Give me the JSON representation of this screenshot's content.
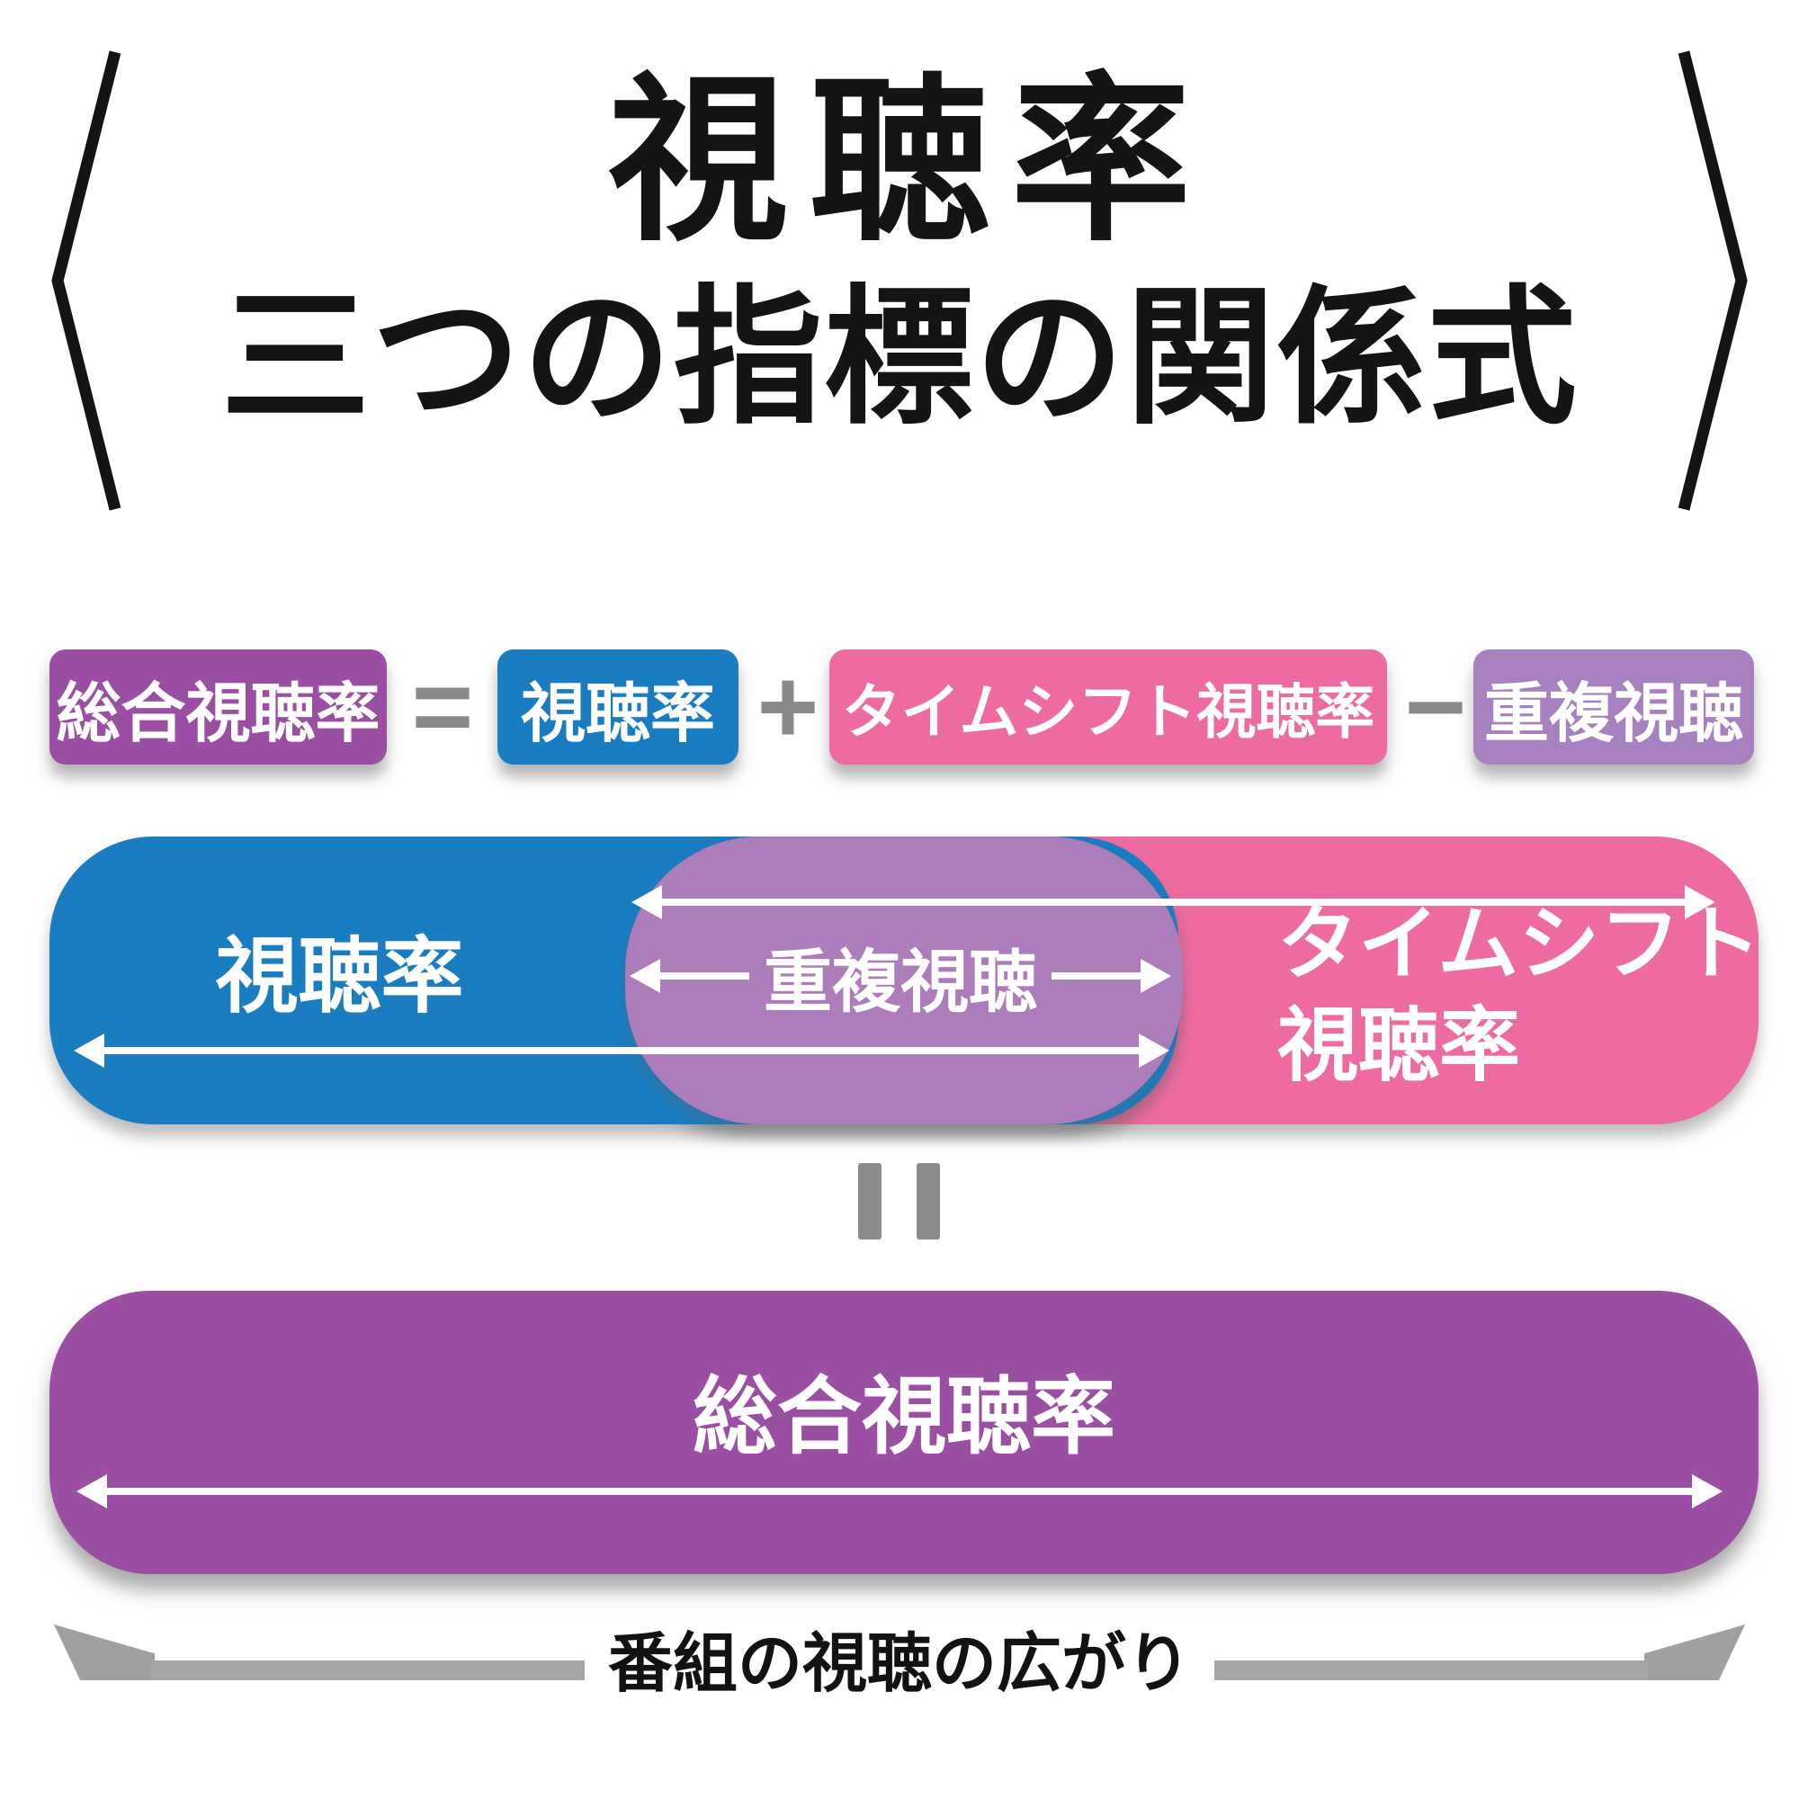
{
  "title": {
    "line1": "視聴率",
    "line2": "三つの指標の関係式"
  },
  "formula": {
    "total": {
      "label": "総合視聴率",
      "color": "#9a4fa2"
    },
    "op_equals": "=",
    "rating": {
      "label": "視聴率",
      "color": "#1a7dc1"
    },
    "op_plus": "+",
    "timeshift": {
      "label": "タイムシフト視聴率",
      "color": "#ed6ba1"
    },
    "op_minus": "−",
    "duplicate": {
      "label": "重複視聴",
      "color": "#a780c0"
    }
  },
  "venn": {
    "rating_label": "視聴率",
    "rating_color": "#1a7dc1",
    "overlap_label": "重複視聴",
    "overlap_color": "#ad7cba",
    "timeshift_label_line1": "タイムシフト",
    "timeshift_label_line2": "視聴率",
    "timeshift_color": "#ed6ba1"
  },
  "equals_divider": {
    "symbol": "="
  },
  "total_bar": {
    "label": "総合視聴率",
    "color": "#9a4fa2"
  },
  "footer": {
    "label": "番組の視聴の広がり",
    "arrow_color": "#a0a0a0"
  },
  "colors": {
    "operator_gray": "#8a8a8a",
    "text_black": "#141414",
    "arrow_white": "#ffffff"
  }
}
